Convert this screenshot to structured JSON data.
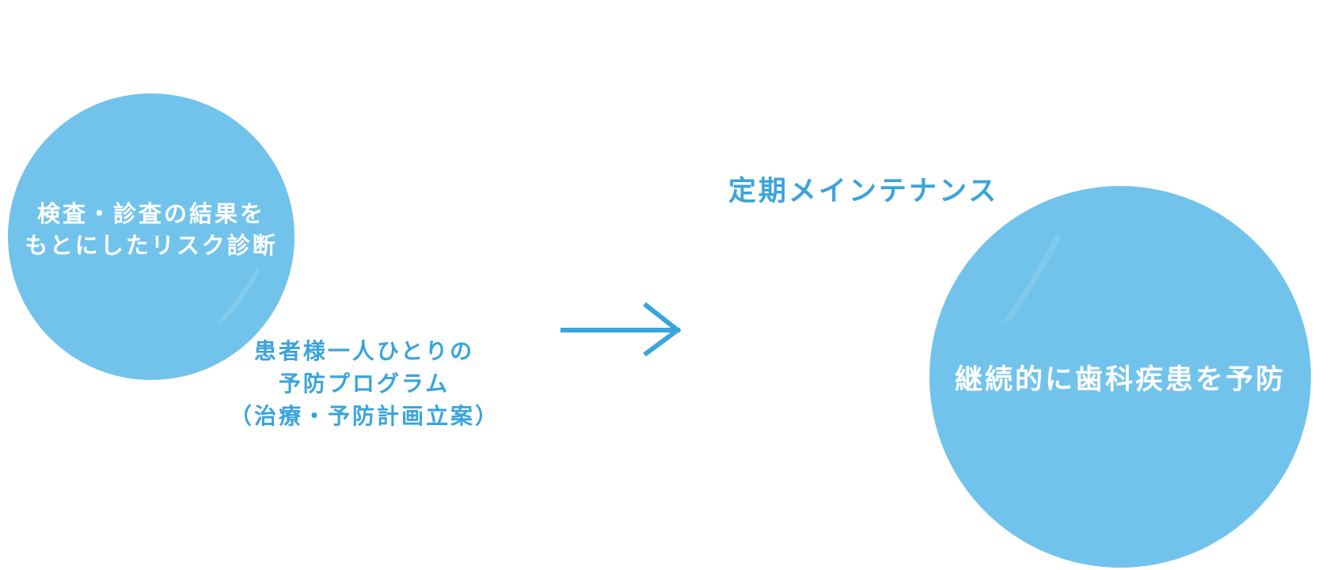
{
  "colors": {
    "circle_fill": "#72c3eb",
    "accent_text": "#3aa4dc",
    "circle_text": "#ffffff",
    "arrow": "#3aa4dc"
  },
  "left_circle": {
    "line1": "検査・診査の結果を",
    "line2": "もとにしたリスク診断"
  },
  "program_caption": {
    "line1": "患者様一人ひとりの",
    "line2": "予防プログラム",
    "line3": "（治療・予防計画立案）"
  },
  "arrow": {
    "icon": "right-arrow-icon"
  },
  "maintenance_caption": {
    "text": "定期メインテナンス"
  },
  "right_circle": {
    "text": "継続的に歯科疾患を予防"
  }
}
